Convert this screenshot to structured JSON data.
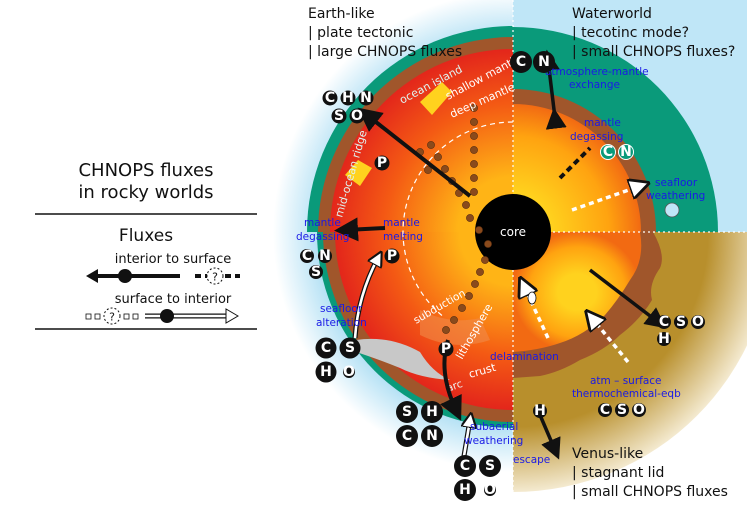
{
  "legend": {
    "title_line1": "CHNOPS fluxes",
    "title_line2": "in rocky worlds",
    "fluxes_heading": "Fluxes",
    "interior_to_surface": "interior to surface",
    "surface_to_interior": "surface to interior",
    "unknown_mark": "?"
  },
  "quadrants": {
    "earth": {
      "title": "Earth-like",
      "line1": "| plate tectonic",
      "line2": "| large CHNOPS fluxes"
    },
    "water": {
      "title": "Waterworld",
      "line1": "| tecotinc mode?",
      "line2": "| small CHNOPS fluxes?"
    },
    "venus": {
      "title": "Venus-like",
      "line1": "| stagnant lid",
      "line2": "| small CHNOPS fluxes"
    }
  },
  "layers": {
    "core": "core",
    "shallow_mantle": "shallow mantle",
    "deep_mantle": "deep mantle",
    "lithosphere": "lithosphere",
    "crust": "crust",
    "arc": "arc",
    "ocean_island": "ocean island",
    "mid_ocean_ridge": "mid-ocean ridge",
    "subduction": "subduction"
  },
  "processes": {
    "mantle_degassing_left_1": "mantle",
    "mantle_degassing_left_2": "degassing",
    "mantle_melting_1": "mantle",
    "mantle_melting_2": "melting",
    "seafloor_alteration_1": "seafloor",
    "seafloor_alteration_2": "alteration",
    "subaerial_weathering_1": "subaerial",
    "subaerial_weathering_2": "weathering",
    "atm_mantle_1": "atmosphere-mantle",
    "atm_mantle_2": "exchange",
    "mantle_degassing_water_1": "mantle",
    "mantle_degassing_water_2": "degassing",
    "seafloor_weathering_1": "seafloor",
    "seafloor_weathering_2": "weathering",
    "delamination": "delamination",
    "thermo_1": "atm – surface",
    "thermo_2": "thermochemical-eqb",
    "escape": "escape"
  },
  "elements": {
    "C": "C",
    "H": "H",
    "N": "N",
    "O": "O",
    "P": "P",
    "S": "S"
  },
  "colors": {
    "atmosphere": "#bfe6f7",
    "ocean": "#0a9a7a",
    "crust": "#a0562b",
    "mantle_outer": "#e8361b",
    "mantle_inner": "#ffcf1f",
    "venus_atm": "#c9a54a",
    "core": "#000000",
    "label_blue": "#1a1ae6"
  }
}
